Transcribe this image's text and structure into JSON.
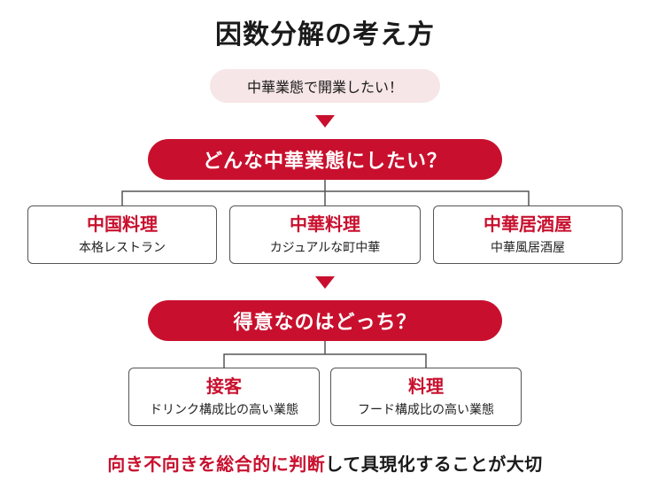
{
  "title": "因数分解の考え方",
  "start": "中華業態で開業したい！",
  "question1": "どんな中華業態にしたい？",
  "level1": [
    {
      "title": "中国料理",
      "sub": "本格レストラン"
    },
    {
      "title": "中華料理",
      "sub": "カジュアルな町中華"
    },
    {
      "title": "中華居酒屋",
      "sub": "中華風居酒屋"
    }
  ],
  "question2": "得意なのはどっち？",
  "level2": [
    {
      "title": "接客",
      "sub": "ドリンク構成比の高い業態"
    },
    {
      "title": "料理",
      "sub": "フード構成比の高い業態"
    }
  ],
  "conclusion": {
    "highlight": "向き不向きを総合的に判断",
    "rest": "して具現化することが大切"
  },
  "colors": {
    "accent": "#c8102e",
    "start_bg": "#f7e6e7",
    "border": "#555555",
    "text": "#1a1a1a"
  }
}
